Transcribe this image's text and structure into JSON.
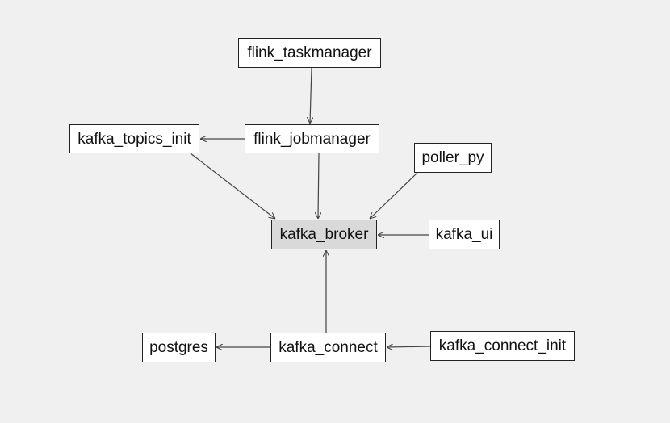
{
  "diagram": {
    "nodes": [
      {
        "id": "flink_taskmanager",
        "label": "flink_taskmanager",
        "highlight": false
      },
      {
        "id": "flink_jobmanager",
        "label": "flink_jobmanager",
        "highlight": false
      },
      {
        "id": "kafka_topics_init",
        "label": "kafka_topics_init",
        "highlight": false
      },
      {
        "id": "poller_py",
        "label": "poller_py",
        "highlight": false
      },
      {
        "id": "kafka_broker",
        "label": "kafka_broker",
        "highlight": true
      },
      {
        "id": "kafka_ui",
        "label": "kafka_ui",
        "highlight": false
      },
      {
        "id": "postgres",
        "label": "postgres",
        "highlight": false
      },
      {
        "id": "kafka_connect",
        "label": "kafka_connect",
        "highlight": false
      },
      {
        "id": "kafka_connect_init",
        "label": "kafka_connect_init",
        "highlight": false
      }
    ],
    "edges": [
      {
        "from": "flink_taskmanager",
        "to": "flink_jobmanager"
      },
      {
        "from": "flink_jobmanager",
        "to": "kafka_topics_init"
      },
      {
        "from": "flink_jobmanager",
        "to": "kafka_broker"
      },
      {
        "from": "kafka_topics_init",
        "to": "kafka_broker"
      },
      {
        "from": "poller_py",
        "to": "kafka_broker"
      },
      {
        "from": "kafka_ui",
        "to": "kafka_broker"
      },
      {
        "from": "kafka_connect",
        "to": "kafka_broker"
      },
      {
        "from": "kafka_connect",
        "to": "postgres"
      },
      {
        "from": "kafka_connect_init",
        "to": "kafka_connect"
      }
    ],
    "colors": {
      "background": "#f0f0f0",
      "node_fill": "#ffffff",
      "highlight_fill": "#d9d9d9",
      "border": "#222222",
      "edge": "#444444"
    }
  }
}
